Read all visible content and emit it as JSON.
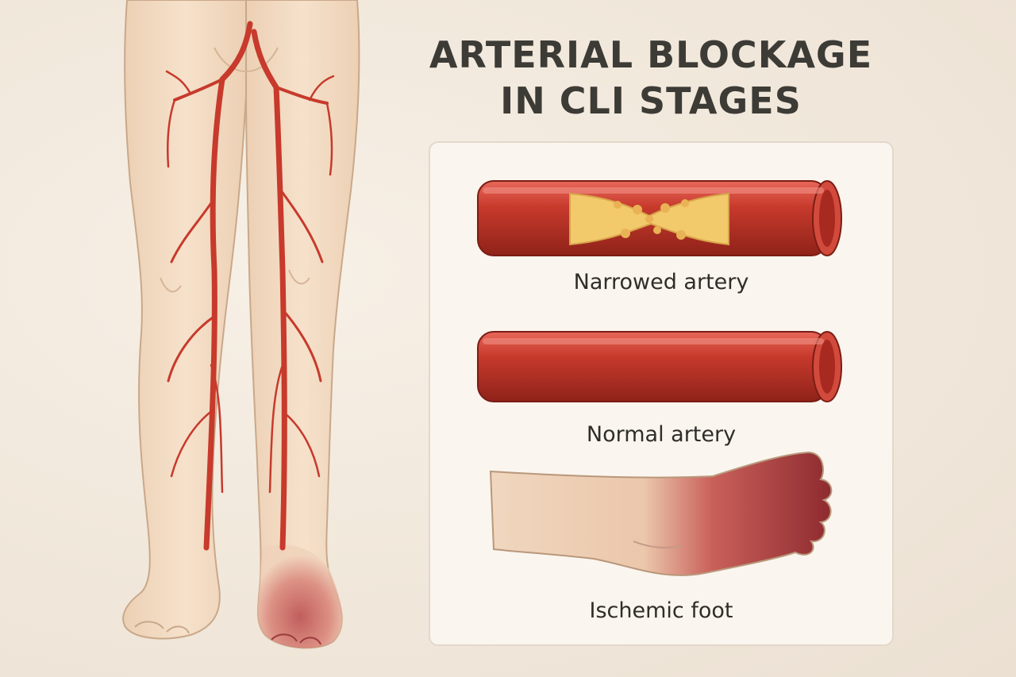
{
  "title": {
    "line1": "ARTERIAL BLOCKAGE",
    "line2": "IN CLI STAGES"
  },
  "panels": [
    {
      "label": "Narrowed artery"
    },
    {
      "label": "Normal artery"
    },
    {
      "label": "Ischemic foot"
    }
  ],
  "colors": {
    "background": "#f3ebe1",
    "skin": "#f3dcc4",
    "artery": "#c73a2c",
    "plaque": "#f2c96b",
    "ischemic": "#9a2f33",
    "title_text": "#3d3b36"
  }
}
